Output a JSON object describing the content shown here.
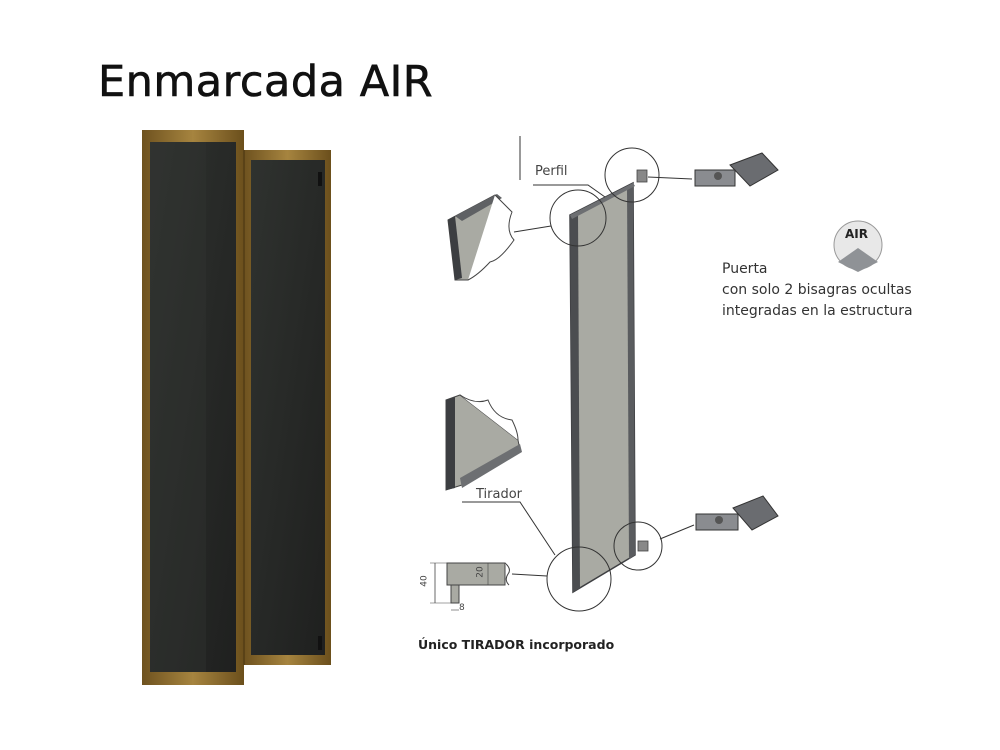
{
  "title": "Enmarcada AIR",
  "labels": {
    "perfil": "Perfil",
    "tirador": "Tirador",
    "badge": "AIR",
    "dim_40": "40",
    "dim_20": "20",
    "dim_8": "8"
  },
  "description": {
    "line1": "Puerta",
    "line2": "con solo 2 bisagras ocultas",
    "line3": "integradas en la estructura"
  },
  "caption": "Único TIRADOR incorporado",
  "colors": {
    "frame_bronze": "#8a6a2e",
    "glass_dark": "#262826",
    "panel_grey": "#a9aaa3",
    "profile_dark": "#4b4d50"
  }
}
